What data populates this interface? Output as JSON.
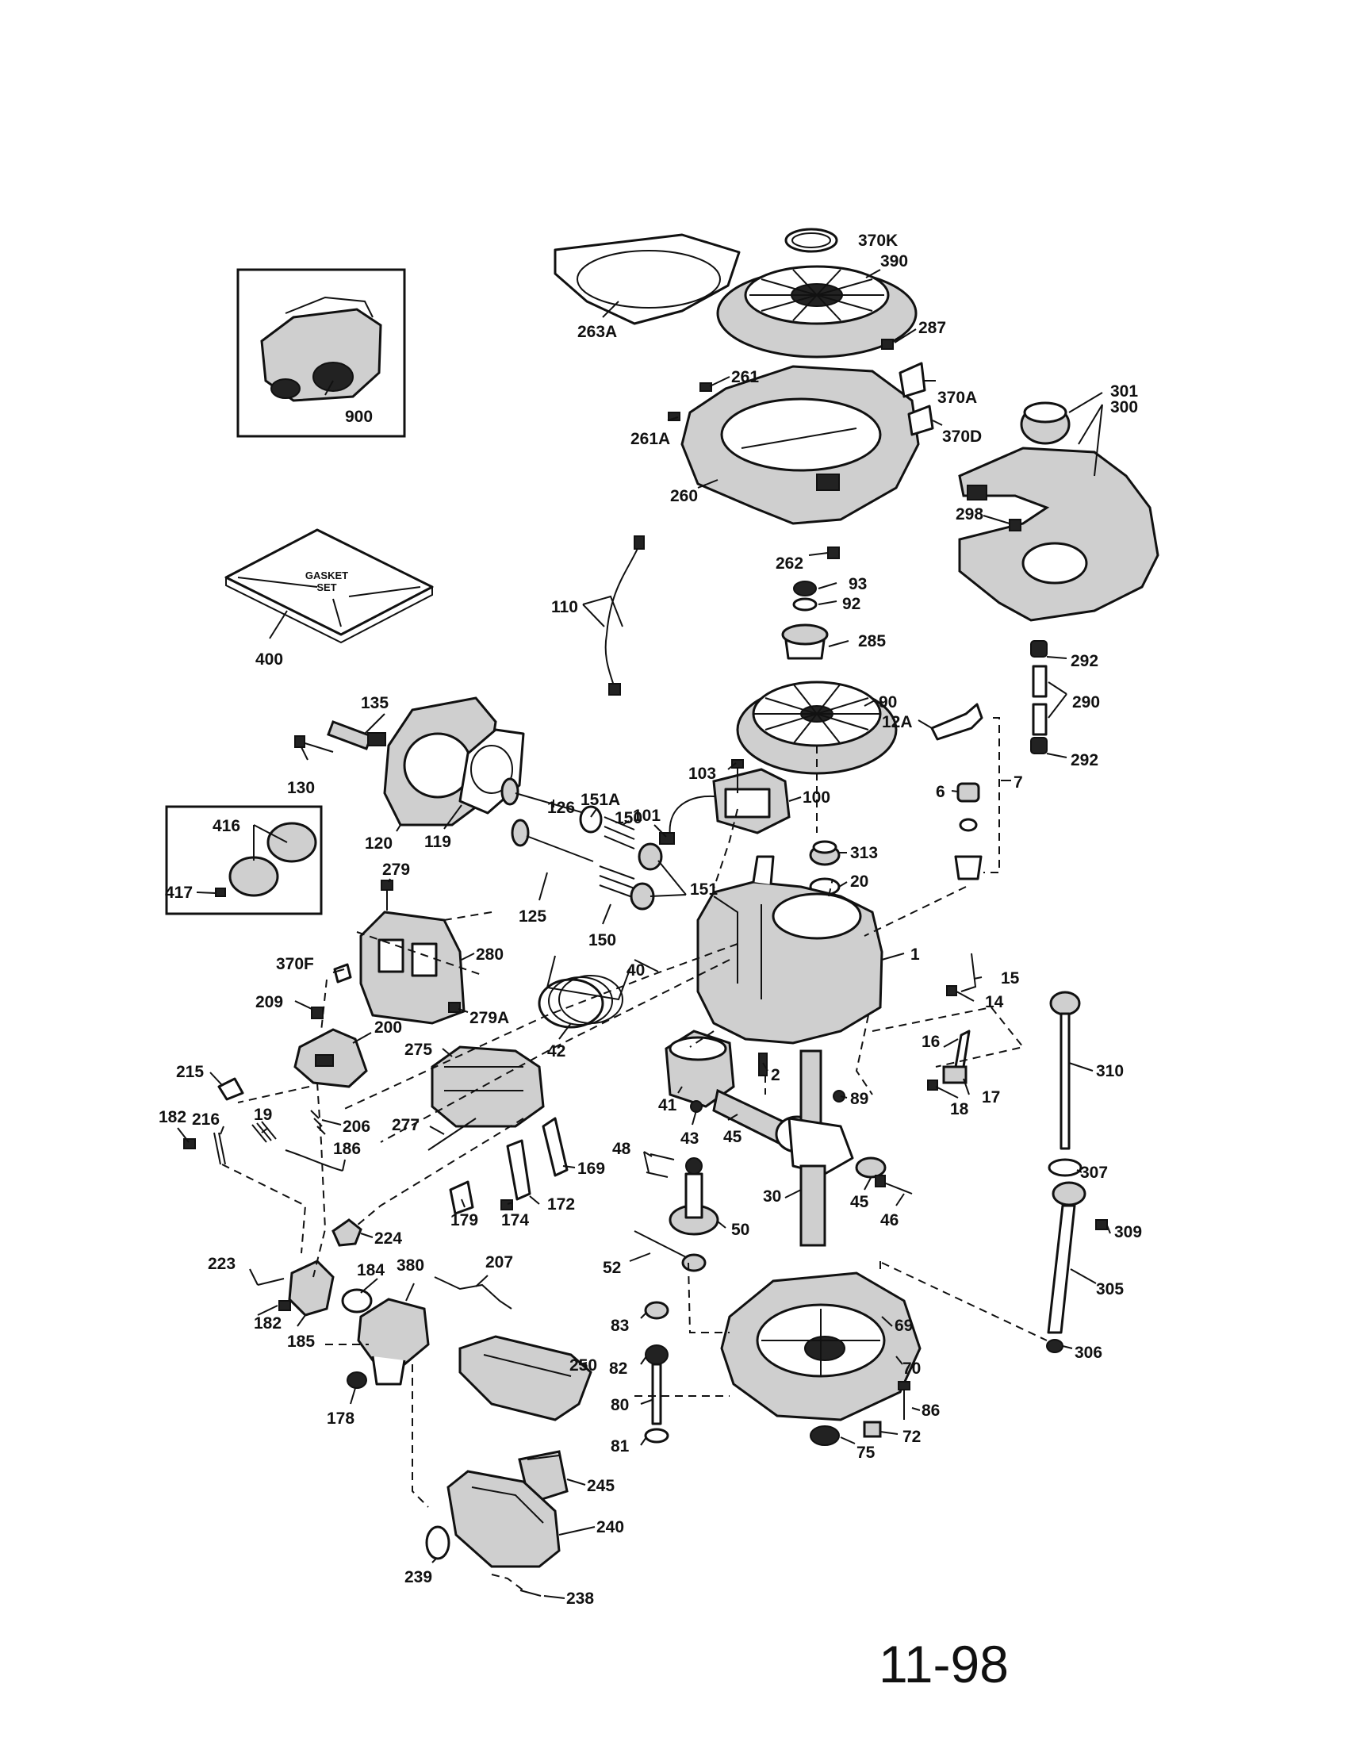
{
  "page_number": "11-98",
  "gasket_box": {
    "line1": "GASKET",
    "line2": "SET"
  },
  "labels": {
    "l370K": "370K",
    "l390": "390",
    "l287": "287",
    "l263A": "263A",
    "l261": "261",
    "l261A": "261A",
    "l370A": "370A",
    "l370D": "370D",
    "l301": "301",
    "l300": "300",
    "l260": "260",
    "l262": "262",
    "l298": "298",
    "l900": "900",
    "l400": "400",
    "l110": "110",
    "l93": "93",
    "l92": "92",
    "l285": "285",
    "l292a": "292",
    "l290": "290",
    "l292b": "292",
    "l90": "90",
    "l12A": "12A",
    "l135": "135",
    "l130": "130",
    "l103": "103",
    "l7": "7",
    "l6": "6",
    "l120": "120",
    "l119": "119",
    "l126": "126",
    "l101": "101",
    "l100": "100",
    "l151A": "151A",
    "l150a": "150",
    "l313": "313",
    "l416": "416",
    "l417": "417",
    "l279": "279",
    "l125": "125",
    "l151": "151",
    "l20": "20",
    "l150b": "150",
    "l370F": "370F",
    "l280": "280",
    "l40": "40",
    "l1": "1",
    "l15": "15",
    "l209": "209",
    "l14": "14",
    "l200": "200",
    "l279A": "279A",
    "l42": "42",
    "l16": "16",
    "l275": "275",
    "l215": "215",
    "l2": "2",
    "l310": "310",
    "l17": "17",
    "l18": "18",
    "l89": "89",
    "l41": "41",
    "l19": "19",
    "l182a": "182",
    "l216": "216",
    "l206": "206",
    "l277": "277",
    "l186": "186",
    "l43": "43",
    "l45a": "45",
    "l169": "169",
    "l48": "48",
    "l307": "307",
    "l30": "30",
    "l45b": "45",
    "l46": "46",
    "l172": "172",
    "l179": "179",
    "l174": "174",
    "l50": "50",
    "l224": "224",
    "l309": "309",
    "l223": "223",
    "l184": "184",
    "l380": "380",
    "l207": "207",
    "l52": "52",
    "l305": "305",
    "l182b": "182",
    "l185": "185",
    "l83": "83",
    "l69": "69",
    "l250": "250",
    "l82": "82",
    "l70": "70",
    "l306": "306",
    "l178": "178",
    "l80": "80",
    "l86": "86",
    "l81": "81",
    "l72": "72",
    "l75": "75",
    "l245": "245",
    "l240": "240",
    "l239": "239",
    "l238": "238"
  }
}
